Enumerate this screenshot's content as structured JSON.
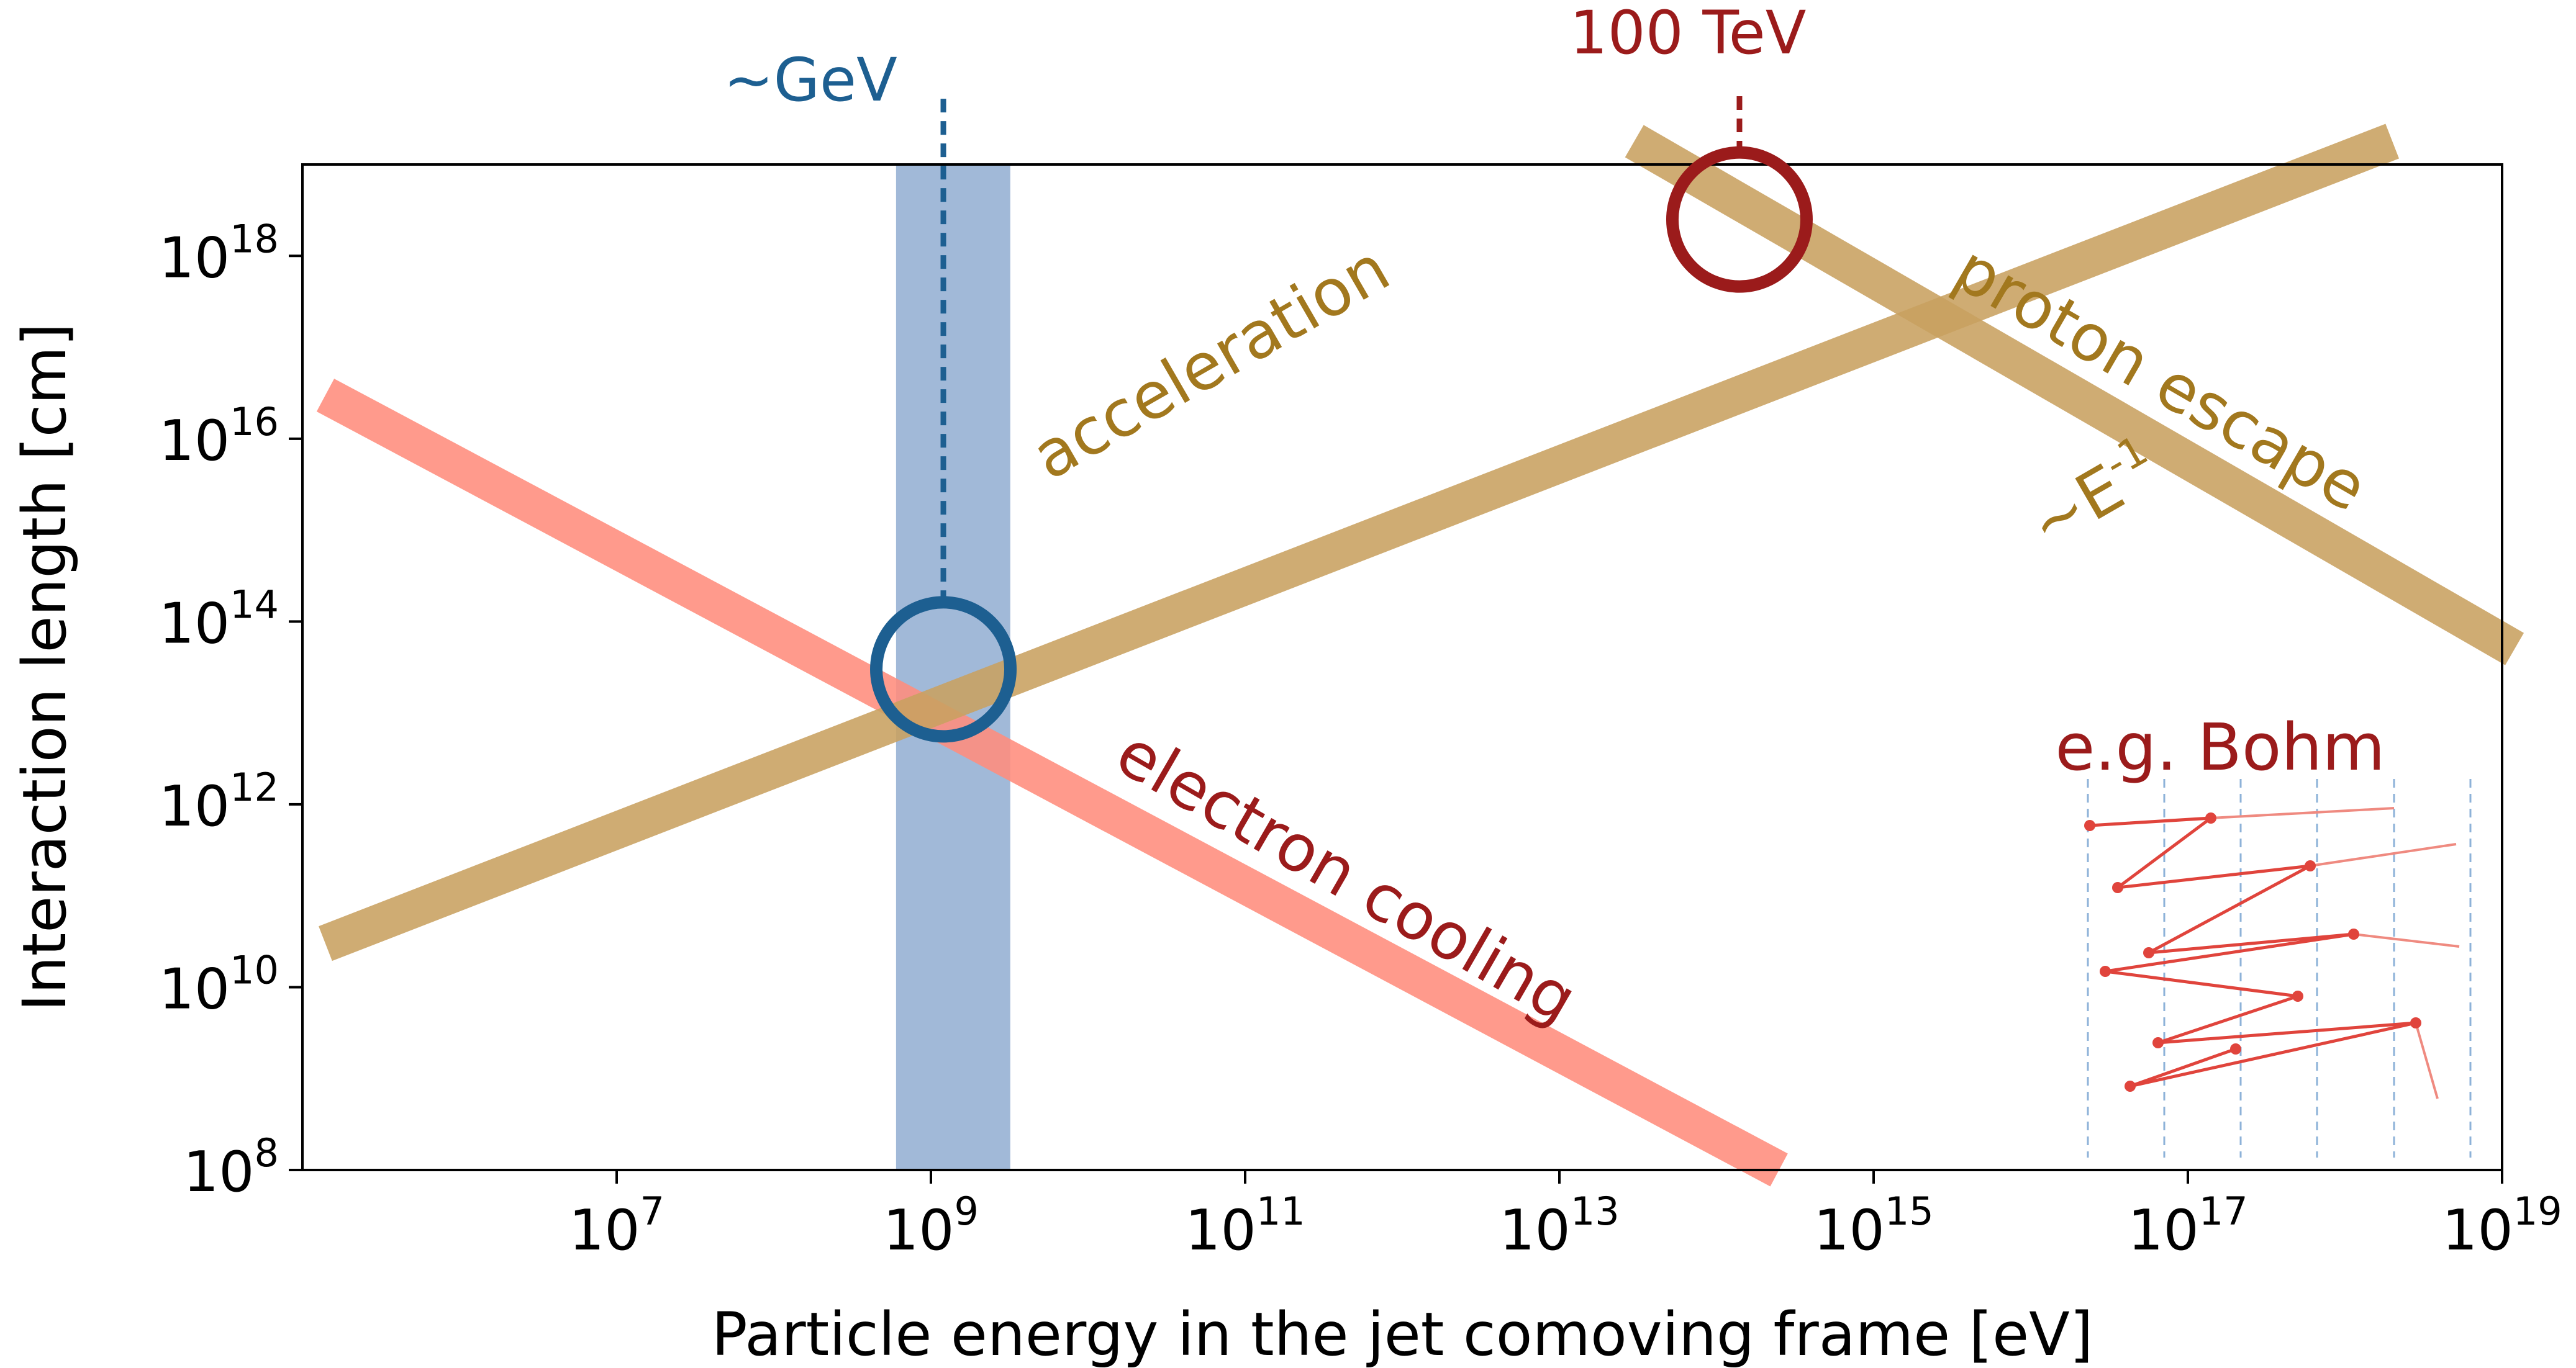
{
  "chart_data": {
    "type": "line",
    "title": "",
    "xlabel": "Particle energy in the jet comoving frame [eV]",
    "ylabel": "Interaction length [cm]",
    "xscale": "log",
    "yscale": "log",
    "xlim": [
      100000.0,
      1e+19
    ],
    "ylim": [
      100000000.0,
      1e+19
    ],
    "grid": false,
    "x_ticks": [
      {
        "value": 10000000.0,
        "base": "10",
        "exp": "7"
      },
      {
        "value": 1000000000.0,
        "base": "10",
        "exp": "9"
      },
      {
        "value": 100000000000.0,
        "base": "10",
        "exp": "11"
      },
      {
        "value": 10000000000000.0,
        "base": "10",
        "exp": "13"
      },
      {
        "value": 1000000000000000.0,
        "base": "10",
        "exp": "15"
      },
      {
        "value": 1e+17,
        "base": "10",
        "exp": "17"
      },
      {
        "value": 1e+19,
        "base": "10",
        "exp": "19"
      }
    ],
    "y_ticks": [
      {
        "value": 100000000.0,
        "base": "10",
        "exp": "8"
      },
      {
        "value": 10000000000.0,
        "base": "10",
        "exp": "10"
      },
      {
        "value": 1000000000000.0,
        "base": "10",
        "exp": "12"
      },
      {
        "value": 100000000000000.0,
        "base": "10",
        "exp": "14"
      },
      {
        "value": 1e+16,
        "base": "10",
        "exp": "16"
      },
      {
        "value": 1e+18,
        "base": "10",
        "exp": "18"
      }
    ],
    "series": [
      {
        "key": "electron",
        "color": "#ff8c7c",
        "x": [
          140000.0,
          250000000000000.0
        ],
        "y": [
          3e+16,
          100000000.0
        ]
      },
      {
        "key": "acceleration",
        "color": "#c8a060",
        "x": [
          140000.0,
          2e+18
        ],
        "y": [
          30000000000.0,
          1.8e+19
        ]
      },
      {
        "key": "escape",
        "color": "#c8a060",
        "x": [
          30000000000000.0,
          1.2e+19
        ],
        "y": [
          1.8e+19,
          50000000000000.0
        ]
      }
    ],
    "band": {
      "x": [
        600000000.0,
        3200000000.0
      ],
      "color": "#6f94c3"
    },
    "markers": [
      {
        "key": "gev",
        "x": 1200000000.0,
        "y": 30000000000000.0,
        "color": "#1d5f91",
        "leader_y": 1.5e+19
      },
      {
        "key": "tev",
        "x": 140000000000000.0,
        "y": 2.5e+18,
        "color": "#9b1b1b",
        "leader_y": 1.6e+19
      }
    ],
    "annotations": {
      "gev": {
        "text": "~GeV",
        "color": "#1d5f91"
      },
      "tev": {
        "text": "100 TeV",
        "color": "#9b1b1b"
      },
      "acceleration": {
        "text": "acceleration",
        "color": "#a2781e"
      },
      "escape": {
        "text": "proton escape",
        "color": "#a2781e"
      },
      "escape_scaling": {
        "text": "~E",
        "sup": "-1",
        "color": "#a2781e"
      },
      "electron": {
        "text": "electron cooling",
        "color": "#9b1b1b"
      },
      "bohm": {
        "text": "e.g. Bohm",
        "color": "#9b1b1b"
      }
    }
  }
}
